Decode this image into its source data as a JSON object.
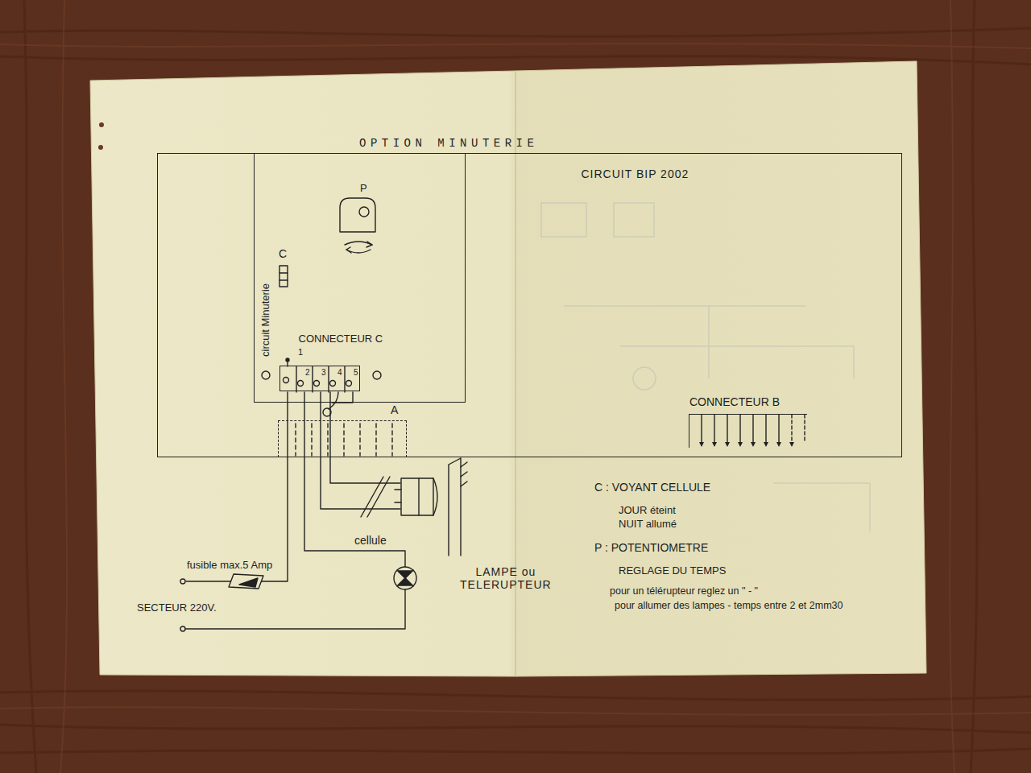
{
  "diagram": {
    "title": "OPTION MINUTERIE",
    "nodes": [
      {
        "text": [
          "CIRCUIT BIP 2002"
        ]
      },
      {
        "text": [
          "circuit Minuterie"
        ],
        "in": 0
      },
      {
        "text": [
          "CONNECTEUR C"
        ],
        "in": 1
      },
      {
        "text": [
          "CONNECTEUR B"
        ],
        "in": 0
      },
      {
        "text": [
          "A"
        ],
        "in": 0
      }
    ],
    "labels": [
      "P",
      "C",
      "1",
      "2",
      "3",
      "4",
      "5",
      "cellule",
      "LAMPE ou TELERUPTEUR",
      "fusible max.5 Amp",
      "SECTEUR 220V.",
      "C : VOYANT CELLULE",
      "JOUR éteint",
      "NUIT allumé",
      "P : POTENTIOMETRE",
      "REGLAGE DU TEMPS",
      "pour un télérupteur reglez un \" - \"",
      "pour allumer des lampes - temps entre 2 et 2mm30"
    ]
  }
}
